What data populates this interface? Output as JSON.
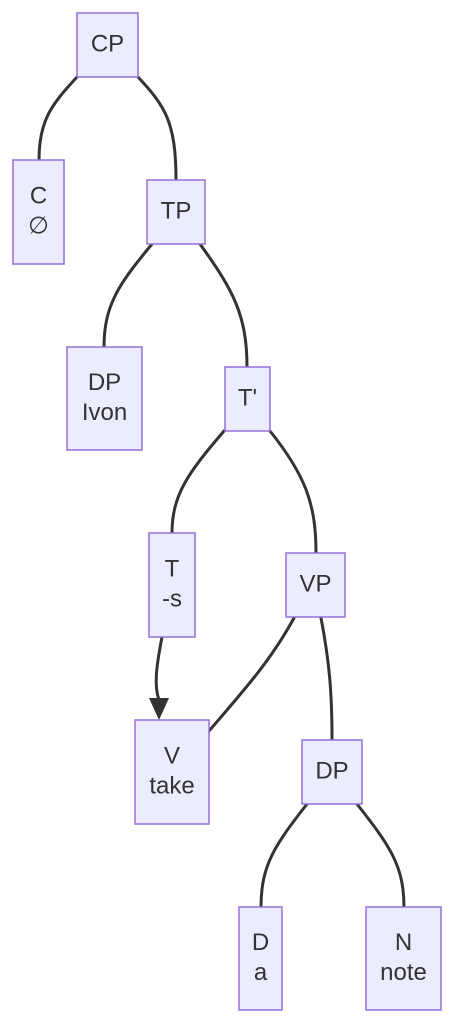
{
  "diagram": {
    "nodes": [
      {
        "id": "cp",
        "lines": [
          "CP"
        ]
      },
      {
        "id": "c",
        "lines": [
          "C",
          "∅"
        ]
      },
      {
        "id": "tp",
        "lines": [
          "TP"
        ]
      },
      {
        "id": "dp-subj",
        "lines": [
          "DP",
          "Ivon"
        ]
      },
      {
        "id": "t-bar",
        "lines": [
          "T'"
        ]
      },
      {
        "id": "t",
        "lines": [
          "T",
          "-s"
        ]
      },
      {
        "id": "vp",
        "lines": [
          "VP"
        ]
      },
      {
        "id": "v",
        "lines": [
          "V",
          "take"
        ]
      },
      {
        "id": "dp-obj",
        "lines": [
          "DP"
        ]
      },
      {
        "id": "d",
        "lines": [
          "D",
          "a"
        ]
      },
      {
        "id": "n",
        "lines": [
          "N",
          "note"
        ]
      }
    ],
    "edges": [
      {
        "from": "cp",
        "to": "c",
        "arrow": false
      },
      {
        "from": "cp",
        "to": "tp",
        "arrow": false
      },
      {
        "from": "tp",
        "to": "dp-subj",
        "arrow": false
      },
      {
        "from": "tp",
        "to": "t-bar",
        "arrow": false
      },
      {
        "from": "t-bar",
        "to": "t",
        "arrow": false
      },
      {
        "from": "t-bar",
        "to": "vp",
        "arrow": false
      },
      {
        "from": "vp",
        "to": "v",
        "arrow": false
      },
      {
        "from": "vp",
        "to": "dp-obj",
        "arrow": false
      },
      {
        "from": "t",
        "to": "v",
        "arrow": true
      },
      {
        "from": "dp-obj",
        "to": "d",
        "arrow": false
      },
      {
        "from": "dp-obj",
        "to": "n",
        "arrow": false
      }
    ],
    "colors": {
      "node_fill": "#ececff",
      "node_border": "#9370db",
      "edge": "#333333",
      "text": "#333333"
    }
  }
}
